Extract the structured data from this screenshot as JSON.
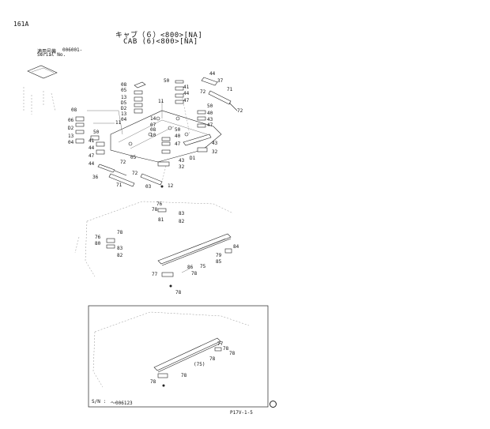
{
  "header": {
    "page_code": "161A",
    "title_jp": "キャブ（６）<800>[NA]",
    "title_en": "CAB (6)<800>[NA]",
    "serial_label_jp": "適用号機",
    "serial_label_en": "Serial No.",
    "serial_value": "006001-"
  },
  "inset": {
    "sn_label": "S/N :",
    "sn_value": "～006123"
  },
  "footer": {
    "page_ref": "P17V-1-5"
  },
  "callouts": {
    "group_top_left": [
      "08",
      "06",
      "D2",
      "13",
      "04",
      "50",
      "41",
      "44",
      "47",
      "44",
      "36",
      "72",
      "71"
    ],
    "group_top_middle": [
      "08",
      "05",
      "13",
      "D5",
      "D2",
      "13",
      "04",
      "11",
      "11",
      "14",
      "07",
      "08",
      "10",
      "50",
      "40",
      "47",
      "43",
      "32",
      "05",
      "12",
      "03",
      "72"
    ],
    "group_top_right": [
      "50",
      "41",
      "44",
      "47",
      "44",
      "37",
      "72",
      "71",
      "72",
      "50",
      "40",
      "43",
      "47",
      "43",
      "32",
      "D1"
    ],
    "group_middle": [
      "76",
      "78",
      "83",
      "81",
      "82",
      "76",
      "80",
      "78",
      "83",
      "82",
      "84",
      "79",
      "85",
      "75",
      "86",
      "77",
      "78",
      "78"
    ],
    "group_inset": [
      "77",
      "78",
      "78",
      "78",
      "(75)",
      "78",
      "78"
    ]
  }
}
